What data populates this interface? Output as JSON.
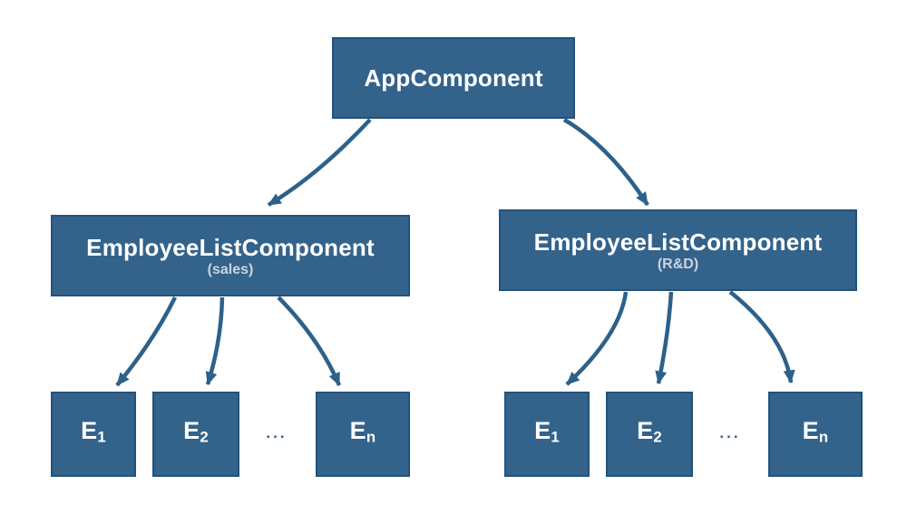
{
  "colors": {
    "background": "#ffffff",
    "box_fill": "#33638b",
    "box_border": "#22527b",
    "arrow": "#2e6189",
    "title_text": "#ffffff",
    "subtitle_text": "#ccd4dc"
  },
  "nodes": {
    "app": {
      "label": "AppComponent"
    },
    "employee_list_sales": {
      "label": "EmployeeListComponent",
      "sublabel": "(sales)"
    },
    "employee_list_rnd": {
      "label": "EmployeeListComponent",
      "sublabel": "(R&D)"
    },
    "sales_children": [
      {
        "base": "E",
        "sub": "1"
      },
      {
        "base": "E",
        "sub": "2"
      },
      {
        "base": "E",
        "sub": "n"
      }
    ],
    "rnd_children": [
      {
        "base": "E",
        "sub": "1"
      },
      {
        "base": "E",
        "sub": "2"
      },
      {
        "base": "E",
        "sub": "n"
      }
    ],
    "sales_ellipsis": "...",
    "rnd_ellipsis": "..."
  },
  "edges": [
    {
      "from": "AppComponent",
      "to": "EmployeeListComponent (sales)"
    },
    {
      "from": "AppComponent",
      "to": "EmployeeListComponent (R&D)"
    },
    {
      "from": "EmployeeListComponent (sales)",
      "to": "E1"
    },
    {
      "from": "EmployeeListComponent (sales)",
      "to": "E2"
    },
    {
      "from": "EmployeeListComponent (sales)",
      "to": "En"
    },
    {
      "from": "EmployeeListComponent (R&D)",
      "to": "E1"
    },
    {
      "from": "EmployeeListComponent (R&D)",
      "to": "E2"
    },
    {
      "from": "EmployeeListComponent (R&D)",
      "to": "En"
    }
  ]
}
